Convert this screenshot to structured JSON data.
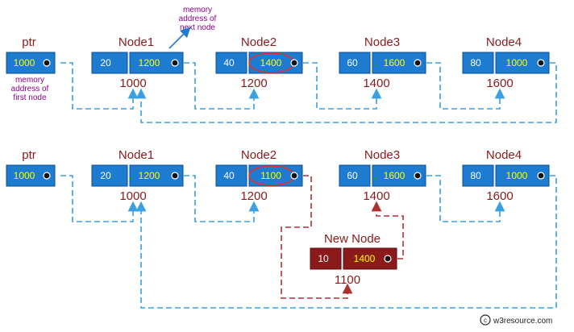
{
  "colors": {
    "blue": "#1d7bd0",
    "dark_red": "#8b1a1a",
    "dash_blue": "#3aa0e0",
    "dash_red": "#b03030",
    "highlight": "#e03030",
    "purple": "#8b008b",
    "yellow": "#ffff00"
  },
  "top": {
    "ptr": {
      "label": "ptr",
      "value": "1000"
    },
    "nodes": [
      {
        "title": "Node1",
        "data": "20",
        "next": "1200",
        "addr": "1000"
      },
      {
        "title": "Node2",
        "data": "40",
        "next": "1400",
        "addr": "1200"
      },
      {
        "title": "Node3",
        "data": "60",
        "next": "1600",
        "addr": "1400"
      },
      {
        "title": "Node4",
        "data": "80",
        "next": "1000",
        "addr": "1600"
      }
    ],
    "note_first_node": [
      "memory",
      "address of",
      "first node"
    ],
    "note_next_node": [
      "memory",
      "address of",
      "next node"
    ]
  },
  "bottom": {
    "ptr": {
      "label": "ptr",
      "value": "1000"
    },
    "nodes": [
      {
        "title": "Node1",
        "data": "20",
        "next": "1200",
        "addr": "1000"
      },
      {
        "title": "Node2",
        "data": "40",
        "next": "1100",
        "addr": "1200"
      },
      {
        "title": "Node3",
        "data": "60",
        "next": "1600",
        "addr": "1400"
      },
      {
        "title": "Node4",
        "data": "80",
        "next": "1000",
        "addr": "1600"
      }
    ],
    "new_node": {
      "title": "New Node",
      "data": "10",
      "next": "1400",
      "addr": "1100"
    }
  },
  "watermark": "w3resource.com"
}
